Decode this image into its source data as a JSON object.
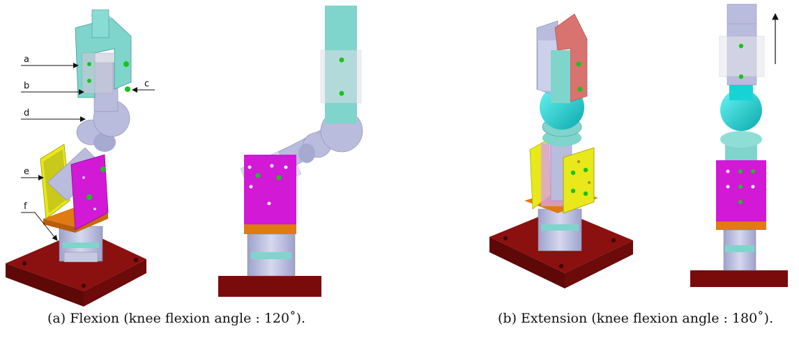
{
  "figure": {
    "labels": {
      "a": "a",
      "b": "b",
      "c": "c",
      "d": "d",
      "e": "e",
      "f": "f"
    },
    "captions": {
      "left": "(a) Flexion (knee flexion angle : 120˚).",
      "right": "(b) Extension (knee flexion angle : 180˚)."
    }
  },
  "colors": {
    "base_plate": "#7a0b0b",
    "plate_magenta": "#d119d6",
    "plate_yellow": "#e8e81a",
    "plate_orange": "#e07a12",
    "shaft_lavender": "#b9bcdc",
    "cylinder_teal": "#7fd4cc",
    "ball_cyan": "#17d3d6",
    "block_salmon": "#d9736f",
    "marker_green": "#18c418"
  }
}
